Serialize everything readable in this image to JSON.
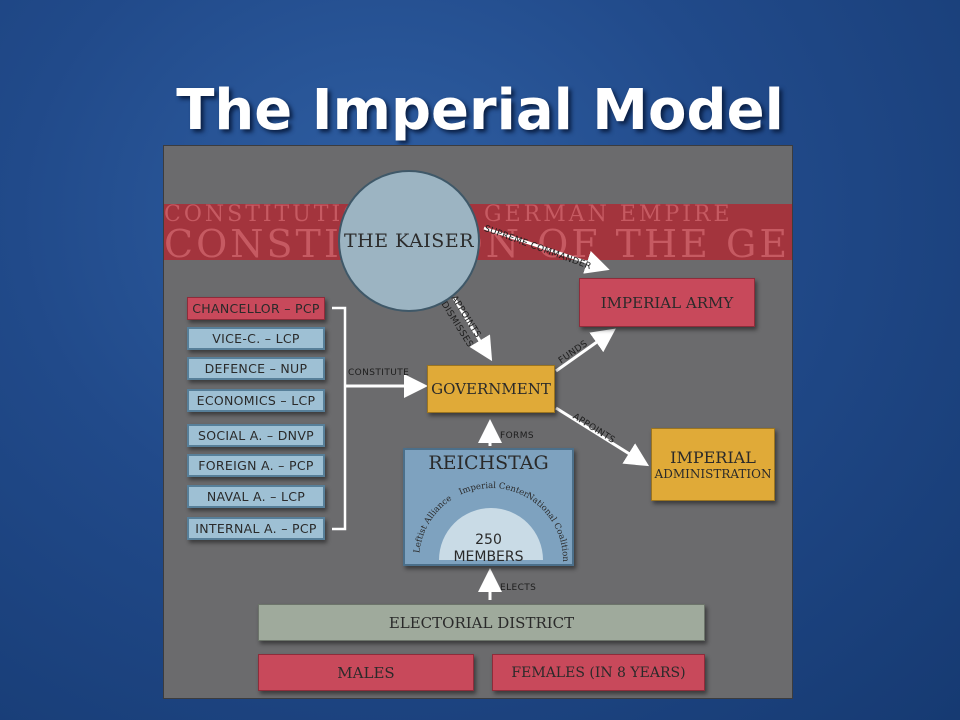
{
  "slide": {
    "title": "The Imperial Model"
  },
  "diagram": {
    "band": {
      "left_text": "CONSTITUTION",
      "right_text": "GERMAN EMPIRE",
      "large_text": "CONSTITUTION OF THE GE"
    },
    "kaiser": "THE KAISER",
    "imperial_army": "IMPERIAL ARMY",
    "government": "GOVERNMENT",
    "imperial_administration": {
      "line1": "IMPERIAL",
      "line2": "ADMINISTRATION"
    },
    "ministers": [
      "CHANCELLOR – PCP",
      "VICE-C. – LCP",
      "DEFENCE – NUP",
      "ECONOMICS – LCP",
      "SOCIAL A. – DNVP",
      "FOREIGN A. – PCP",
      "NAVAL A. – LCP",
      "INTERNAL A. – PCP"
    ],
    "reichstag": {
      "title": "REICHSTAG",
      "arc_labels": [
        "Leftist Alliance",
        "Imperial Center",
        "National Coalition"
      ],
      "members_count": "250",
      "members_label": "MEMBERS"
    },
    "electoral_district": "ELECTORIAL DISTRICT",
    "males": "MALES",
    "females": "FEMALES (IN 8 YEARS)",
    "edge_labels": {
      "supreme_commander": "SUPREME COMMANDER",
      "appoints_dismisses_1": "APPOINTS",
      "appoints_dismisses_2": "DISMISSES",
      "constitute": "CONSTITUTE",
      "funds": "FUNDS",
      "appoints": "APPOINTS",
      "forms": "FORMS",
      "elects": "ELECTS"
    },
    "colors": {
      "red": "#c8495b",
      "blue": "#9ec0d4",
      "gold": "#e0aa38",
      "grey": "#9faa9c",
      "panel": "#6b6b6d",
      "band": "#a3343d"
    }
  }
}
